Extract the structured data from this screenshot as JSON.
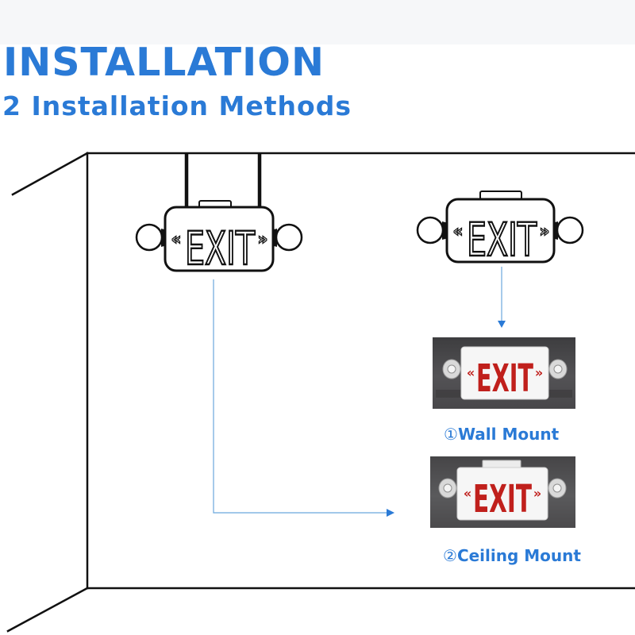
{
  "header": {
    "title": "INSTALLATION",
    "subtitle": "2 Installation Methods"
  },
  "sign": {
    "text": "EXIT",
    "arrow_left": "«",
    "arrow_right": "»"
  },
  "methods": [
    {
      "number": "①",
      "label": "Wall Mount"
    },
    {
      "number": "②",
      "label": "Ceiling Mount"
    }
  ],
  "colors": {
    "accent": "#2a7ad6",
    "connector": "#6aa6dd",
    "exit_red": "#c0201c",
    "line": "#111111"
  },
  "icons": [
    "exit-sign-icon",
    "emergency-lamp-icon",
    "arrow-down-icon",
    "arrow-right-icon"
  ]
}
